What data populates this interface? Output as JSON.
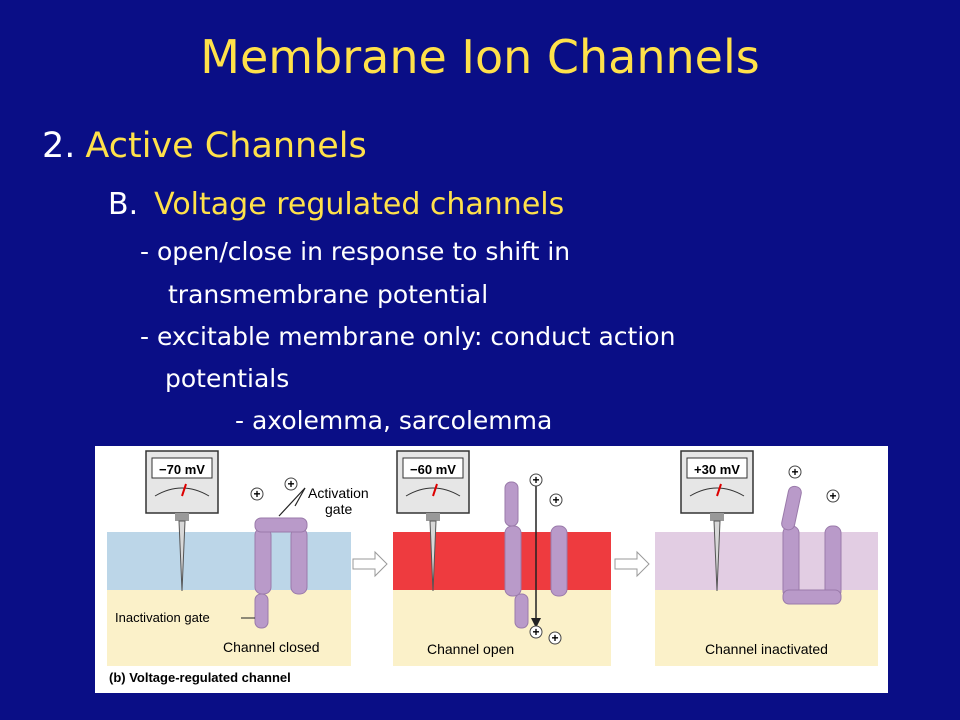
{
  "slide": {
    "title": "Membrane Ion Channels",
    "section_number": "2.",
    "section_title": "Active Channels",
    "subsection_letter": "B.",
    "subsection_title": "Voltage regulated channels",
    "bullets": [
      "-  open/close in response to shift in",
      "transmembrane potential",
      "-  excitable membrane only: conduct action",
      "potentials",
      "-  axolemma, sarcolemma"
    ]
  },
  "figure": {
    "panels": [
      {
        "meter_value": "−70 mV",
        "caption": "Channel closed"
      },
      {
        "meter_value": "−60 mV",
        "caption": "Channel open"
      },
      {
        "meter_value": "+30 mV",
        "caption": "Channel inactivated"
      }
    ],
    "label_activation_gate_line1": "Activation",
    "label_activation_gate_line2": "gate",
    "label_inactivation_gate": "Inactivation gate",
    "plus_sign": "+",
    "figure_caption": "(b) Voltage-regulated channel",
    "colors": {
      "closed_membrane": "#bcd6e8",
      "open_membrane": "#ee3b3f",
      "inactivated_membrane": "#e2cde3",
      "cytoplasm": "#fbf1c9",
      "channel_protein": "#b99ac9"
    }
  }
}
